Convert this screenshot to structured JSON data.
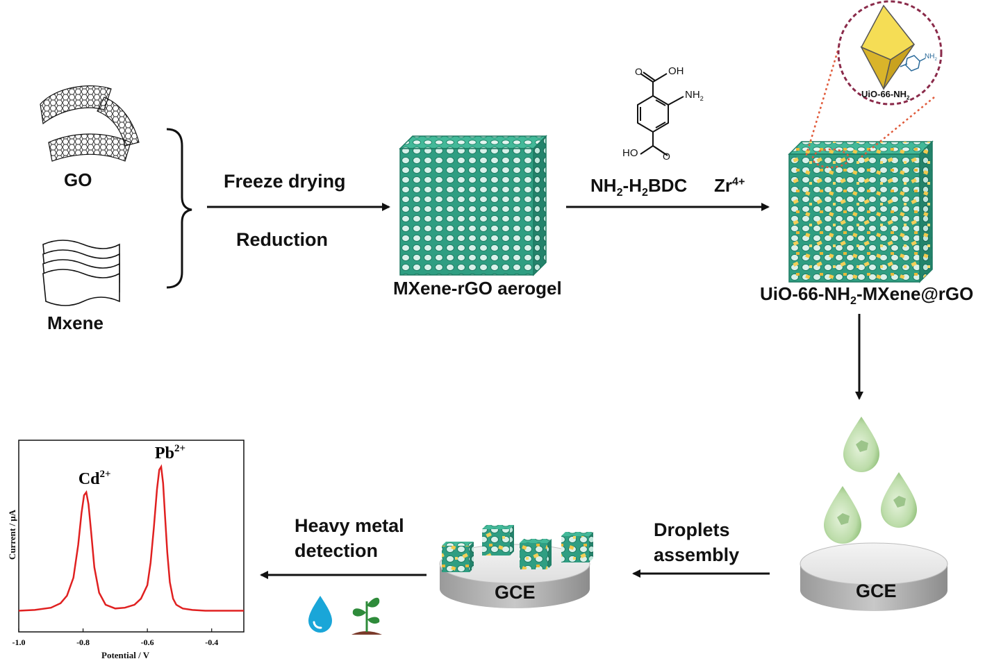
{
  "inputs": {
    "go": "GO",
    "mxene": "Mxene"
  },
  "step1": {
    "line1": "Freeze drying",
    "line2": "Reduction",
    "product": "MXene-rGO aerogel"
  },
  "step2": {
    "linker_oh": "OH",
    "linker_ho": "HO",
    "linker_nh2_main": "NH",
    "linker_nh2_sub": "2",
    "reagent_a_main": "NH",
    "reagent_a_sub1": "2",
    "reagent_a_mid": "-H",
    "reagent_a_sub2": "2",
    "reagent_a_end": "BDC",
    "reagent_b_main": "Zr",
    "reagent_b_sup": "4+",
    "product_main": "UiO-66-NH",
    "product_sub": "2",
    "product_end": "-MXene@rGO"
  },
  "inset": {
    "label_main": "UiO-66-NH",
    "label_sub": "2",
    "nh2_main": "NH",
    "nh2_sub": "2"
  },
  "step3": {
    "line1": "Droplets",
    "line2": "assembly",
    "electrode_label": "GCE"
  },
  "step4": {
    "line1": "Heavy metal",
    "line2": "detection",
    "electrode_label": "GCE"
  },
  "colors": {
    "aerogel": "#3fbf9f",
    "aerogel_dark": "#1f8a70",
    "mof_particle": "#f2c94c",
    "curve": "#e02020",
    "octahedron": "#f0d048",
    "inset_border": "#8a2a4a",
    "dotted_link": "#e05a3a",
    "water": "#1aa6d8",
    "plant": "#2e8b3a"
  },
  "chart_data": {
    "type": "line",
    "title": "",
    "xlabel": "Potential / V",
    "ylabel": "Current / μA",
    "xlim": [
      -1.0,
      -0.3
    ],
    "xticks": [
      "-1.0",
      "-0.8",
      "-0.6",
      "-0.4"
    ],
    "xtick_values": [
      -1.0,
      -0.8,
      -0.6,
      -0.4
    ],
    "yticks_shown": false,
    "grid": false,
    "series": [
      {
        "x": [
          -1.0,
          -0.95,
          -0.9,
          -0.87,
          -0.85,
          -0.83,
          -0.815,
          -0.805,
          -0.797,
          -0.79,
          -0.783,
          -0.775,
          -0.765,
          -0.75,
          -0.73,
          -0.7,
          -0.67,
          -0.64,
          -0.62,
          -0.6,
          -0.59,
          -0.58,
          -0.57,
          -0.563,
          -0.557,
          -0.551,
          -0.545,
          -0.538,
          -0.53,
          -0.52,
          -0.51,
          -0.49,
          -0.46,
          -0.42,
          -0.38,
          -0.3
        ],
        "y": [
          0.03,
          0.035,
          0.05,
          0.08,
          0.13,
          0.25,
          0.47,
          0.68,
          0.8,
          0.82,
          0.74,
          0.56,
          0.32,
          0.15,
          0.07,
          0.045,
          0.05,
          0.07,
          0.11,
          0.2,
          0.35,
          0.58,
          0.84,
          0.97,
          0.99,
          0.88,
          0.66,
          0.42,
          0.22,
          0.11,
          0.07,
          0.045,
          0.035,
          0.03,
          0.03,
          0.03
        ]
      }
    ],
    "annotations": [
      {
        "x": -0.79,
        "text_main": "Cd",
        "text_sup": "2+"
      },
      {
        "x": -0.555,
        "text_main": "Pb",
        "text_sup": "2+"
      }
    ]
  }
}
